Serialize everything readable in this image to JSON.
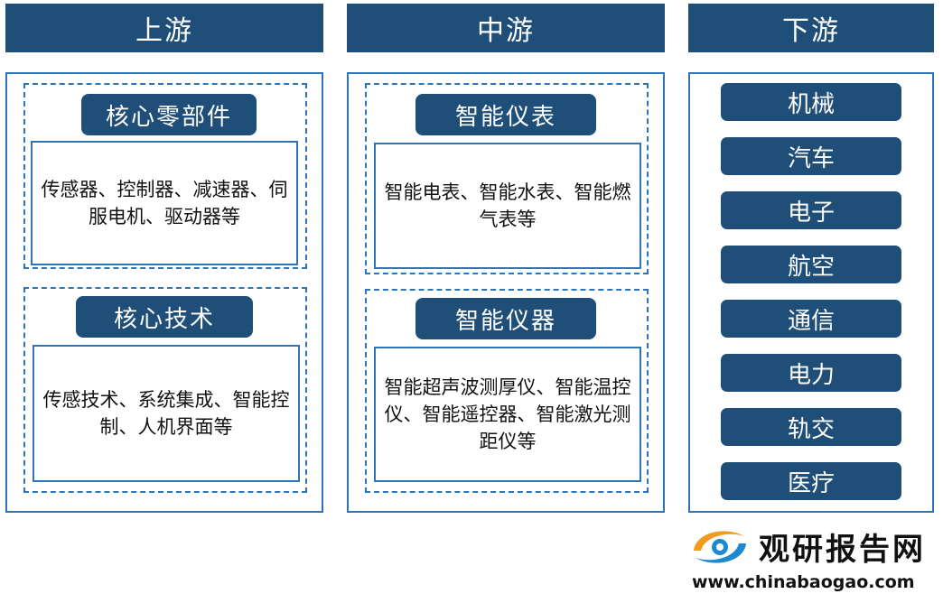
{
  "columns": {
    "upstream": {
      "header": "上游",
      "groups": [
        {
          "title": "核心零部件",
          "text": "传感器、控制器、减速器、伺服电机、驱动器等"
        },
        {
          "title": "核心技术",
          "text": "传感技术、系统集成、智能控制、人机界面等"
        }
      ]
    },
    "midstream": {
      "header": "中游",
      "groups": [
        {
          "title": "智能仪表",
          "text": "智能电表、智能水表、智能燃气表等"
        },
        {
          "title": "智能仪器",
          "text": "智能超声波测厚仪、智能温控仪、智能遥控器、智能激光测距仪等"
        }
      ]
    },
    "downstream": {
      "header": "下游",
      "items": [
        "机械",
        "汽车",
        "电子",
        "航空",
        "通信",
        "电力",
        "轨交",
        "医疗"
      ]
    }
  },
  "brand": {
    "name": "观研报告网",
    "url": "www.chinabaogao.com",
    "colors": {
      "primary": "#1f4e79",
      "border": "#2e75b6",
      "logo_orange": "#f39a1e",
      "logo_blue": "#1e88d0"
    }
  }
}
